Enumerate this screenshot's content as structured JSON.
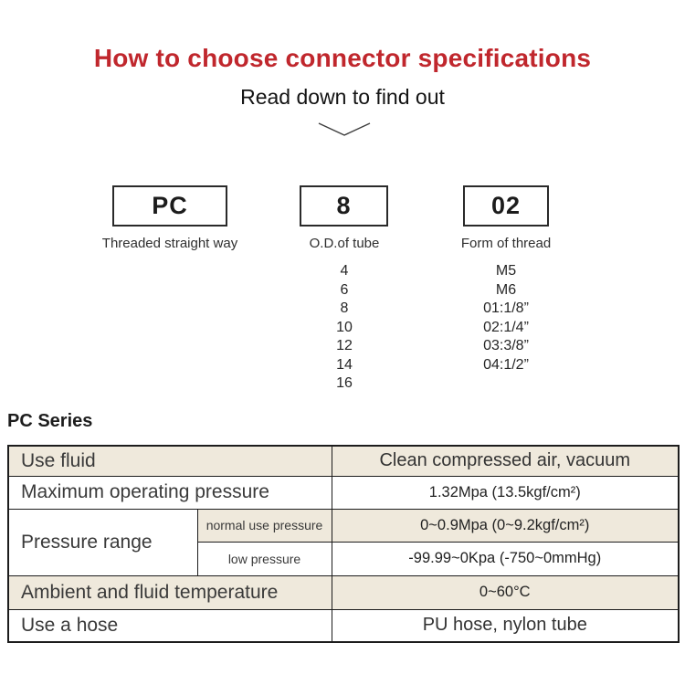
{
  "title": "How to choose connector specifications",
  "subtitle": "Read down to find out",
  "colors": {
    "title_red": "#c0272d",
    "row_beige": "#efe9dc",
    "table_border": "#1c1c1c",
    "text_dark": "#2b2b2b"
  },
  "icons": {
    "chevron": "chevron-down-icon"
  },
  "selector": {
    "columns": [
      {
        "code": "PC",
        "label": "Threaded straight way",
        "options": []
      },
      {
        "code": "8",
        "label": "O.D.of tube",
        "options": [
          "4",
          "6",
          "8",
          "10",
          "12",
          "14",
          "16"
        ]
      },
      {
        "code": "02",
        "label": "Form of thread",
        "options": [
          "M5",
          "M6",
          "01:1/8”",
          "02:1/4”",
          "03:3/8”",
          "04:1/2”"
        ]
      }
    ]
  },
  "series_heading": "PC Series",
  "spec_table": {
    "rows": [
      {
        "label": "Use fluid",
        "value": "Clean compressed air, vacuum"
      },
      {
        "label": "Maximum operating pressure",
        "value": "1.32Mpa (13.5kgf/cm²)"
      },
      {
        "label": "Pressure range",
        "sub_rows": [
          {
            "label": "normal use pressure",
            "value": "0~0.9Mpa (0~9.2kgf/cm²)"
          },
          {
            "label": "low pressure",
            "value": "-99.99~0Kpa (-750~0mmHg)"
          }
        ]
      },
      {
        "label": "Ambient and fluid temperature",
        "value": "0~60°C"
      },
      {
        "label": "Use a hose",
        "value": "PU hose, nylon tube"
      }
    ]
  }
}
